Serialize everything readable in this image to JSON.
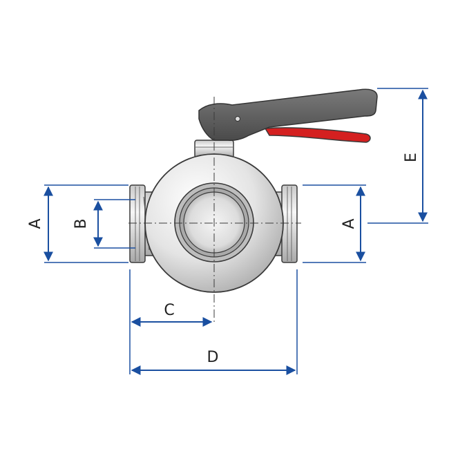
{
  "diagram": {
    "labels": {
      "a_left": "A",
      "b": "B",
      "a_right": "A",
      "c": "C",
      "d": "D",
      "e": "E"
    },
    "colors": {
      "dimension_line": "#1a4fa0",
      "body_fill": "#e6e6e6",
      "outline": "#3a3a3a",
      "handle_dark": "#5d5d5d",
      "handle_red": "#d42020"
    }
  }
}
